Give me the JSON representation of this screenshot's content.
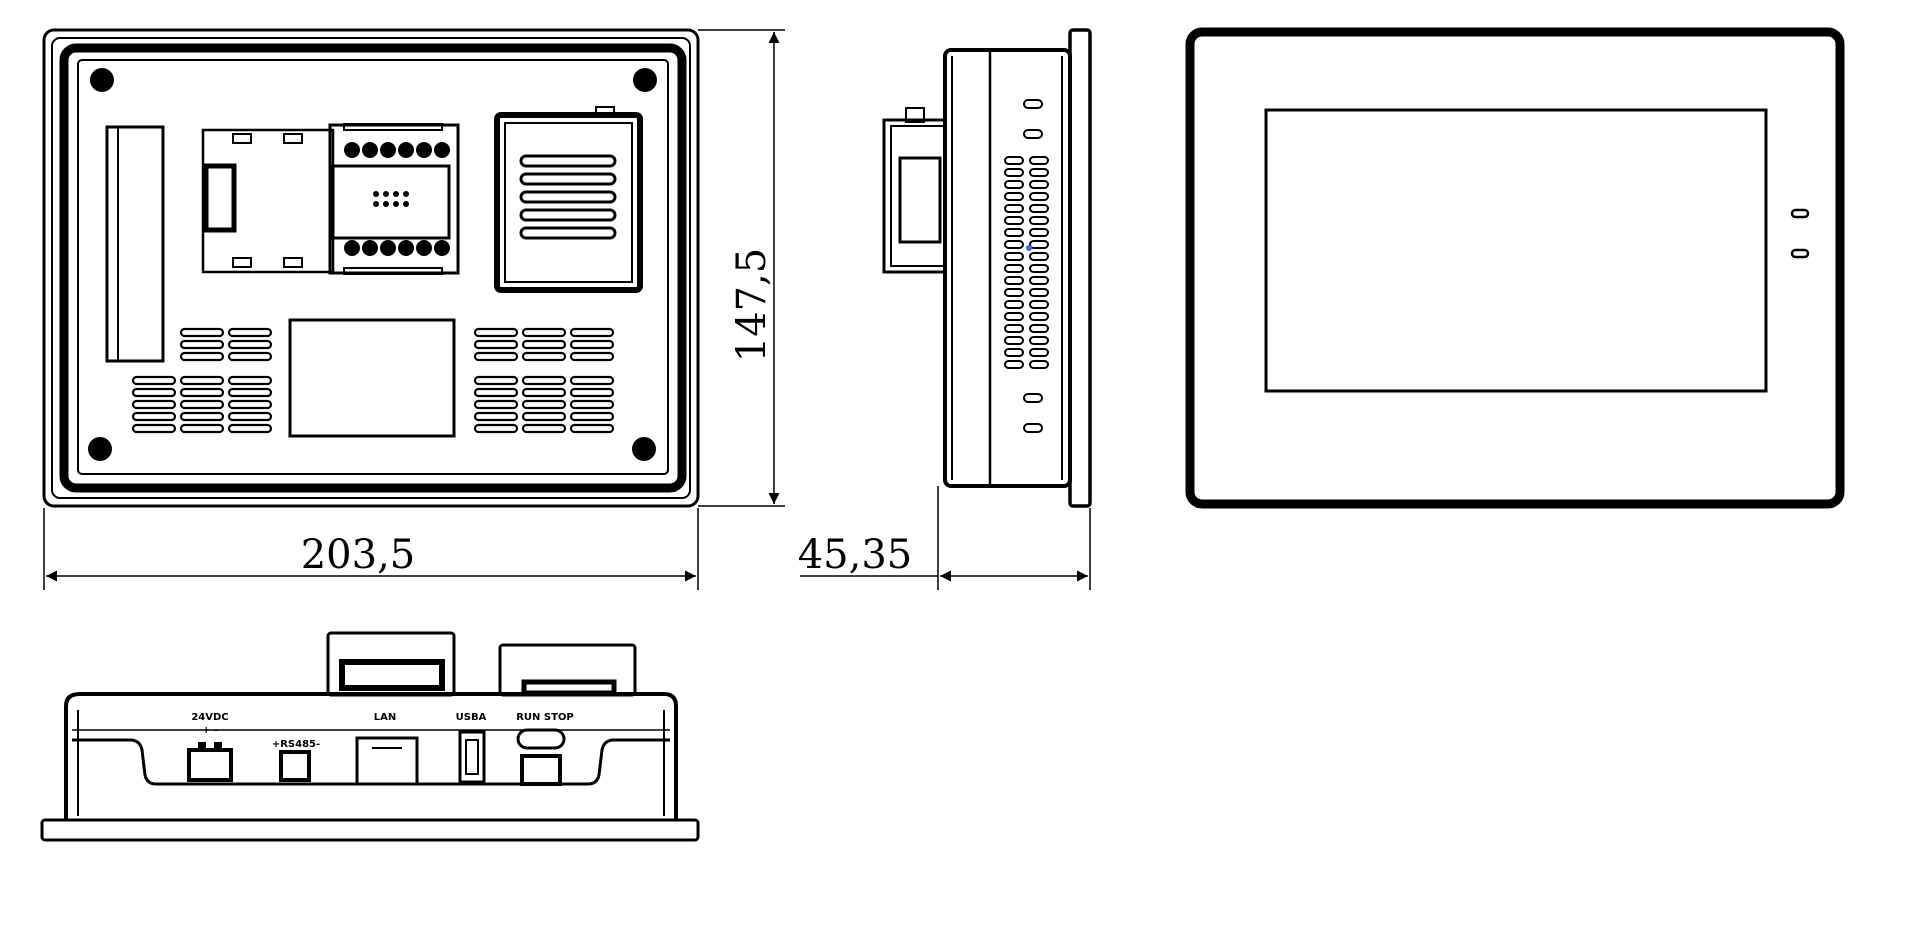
{
  "colors": {
    "stroke": "#000000",
    "background": "#ffffff",
    "accent": "#3a6fd8"
  },
  "dimensions": {
    "width": "203,5",
    "height": "147,5",
    "depth": "45,35"
  },
  "bottom_labels": {
    "power": "24VDC",
    "power_polarity": "+  -",
    "serial": "+RS485-",
    "lan": "LAN",
    "usb": "USBA",
    "run_stop": "RUN  STOP"
  }
}
